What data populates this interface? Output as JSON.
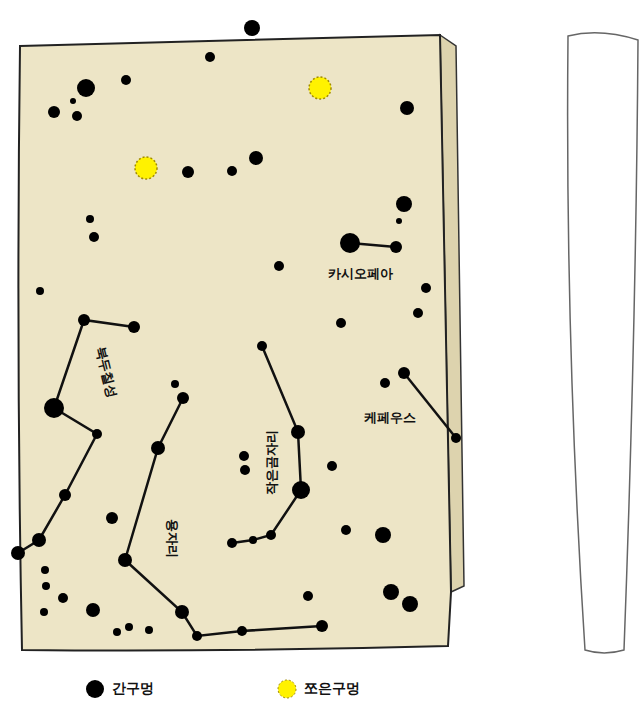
{
  "diagram": {
    "labels": [
      "카시오페아",
      "북두칠성",
      "작은곰자리",
      "케페우스",
      "용자리"
    ],
    "legend": [
      {
        "text": "간구멍",
        "color": "#000000"
      },
      {
        "text": "쪼은구멍",
        "color": "#fff200"
      }
    ]
  }
}
